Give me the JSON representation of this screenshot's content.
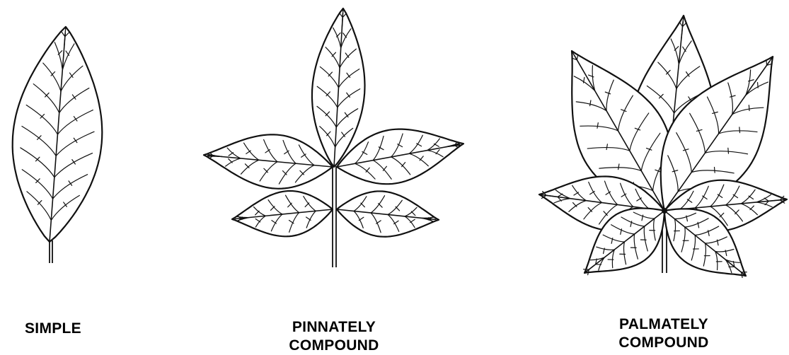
{
  "figure": {
    "panels": [
      {
        "id": "simple",
        "caption_lines": [
          "SIMPLE"
        ]
      },
      {
        "id": "pinnate",
        "caption_lines": [
          "PINNATELY",
          "COMPOUND"
        ]
      },
      {
        "id": "palmate",
        "caption_lines": [
          "PALMATELY",
          "COMPOUND"
        ]
      }
    ]
  }
}
